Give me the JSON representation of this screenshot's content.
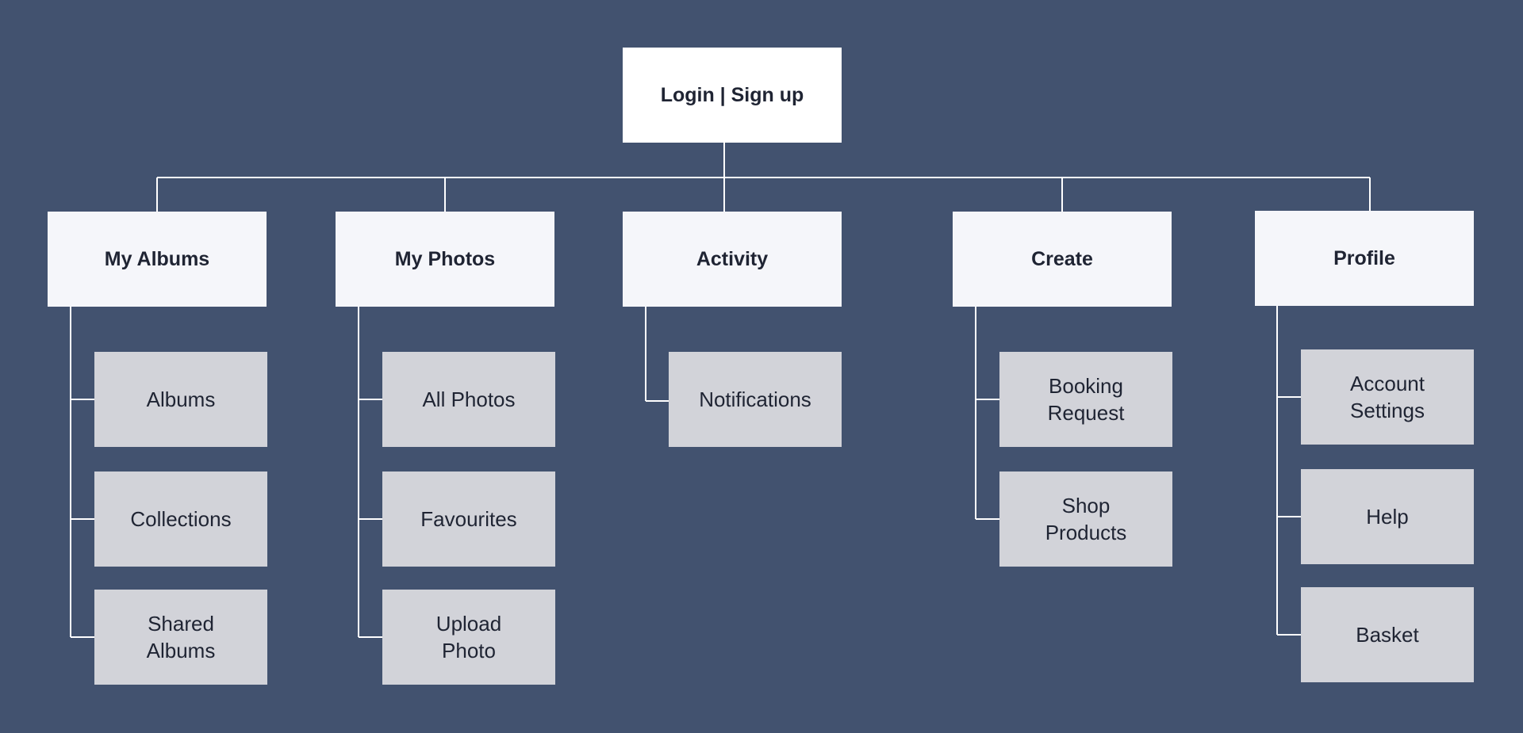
{
  "colors": {
    "background": "#42526f",
    "root_box": "#ffffff",
    "section_box": "#f5f6fa",
    "item_box": "#d2d3d9",
    "text": "#1f2433",
    "connector": "#ffffff"
  },
  "root": {
    "label": "Login | Sign up"
  },
  "sections": [
    {
      "label": "My Albums",
      "items": [
        "Albums",
        "Collections",
        "Shared Albums"
      ]
    },
    {
      "label": "My Photos",
      "items": [
        "All Photos",
        "Favourites",
        "Upload Photo"
      ]
    },
    {
      "label": "Activity",
      "items": [
        "Notifications"
      ]
    },
    {
      "label": "Create",
      "items": [
        "Booking Request",
        "Shop Products"
      ]
    },
    {
      "label": "Profile",
      "items": [
        "Account Settings",
        "Help",
        "Basket"
      ]
    }
  ]
}
